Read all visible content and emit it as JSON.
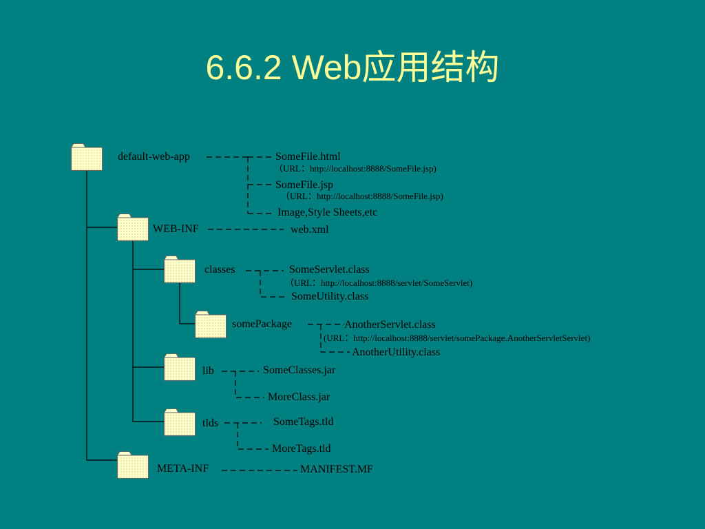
{
  "title": "6.6.2  Web应用结构",
  "tree": {
    "root": "default-web-app",
    "root_files": {
      "somefile_html": "SomeFile.html",
      "somefile_html_url": "（URL：http://localhost:8888/SomeFile.jsp)",
      "somefile_jsp": "SomeFile.jsp",
      "somefile_jsp_url": "（URL：http://localhost:8888/SomeFile.jsp)",
      "static_resources": "Image,Style Sheets,etc"
    },
    "web_inf": {
      "name": "WEB-INF",
      "file": "web.xml"
    },
    "classes": {
      "name": "classes",
      "file1": "SomeServlet.class",
      "file1_url": "（URL：http://localhost:8888/servlet/SomeServlet)",
      "file2": "SomeUtility.class"
    },
    "some_package": {
      "name": "somePackage",
      "file1": "AnotherServlet.class",
      "file1_url": "(URL：http://localhost:8888/servlet/somePackage.AnotherServletServlet)",
      "file2": "AnotherUtility.class"
    },
    "lib": {
      "name": "lib",
      "file1": "SomeClasses.jar",
      "file2": "MoreClass.jar"
    },
    "tlds": {
      "name": "tlds",
      "file1": "SomeTags.tld",
      "file2": "MoreTags.tld"
    },
    "meta_inf": {
      "name": "META-INF",
      "file": "MANIFEST.MF"
    }
  },
  "colors": {
    "background": "#008080",
    "title": "#ffff99",
    "folder_fill": "#ffffcc",
    "folder_pattern": "#d4d48a"
  }
}
